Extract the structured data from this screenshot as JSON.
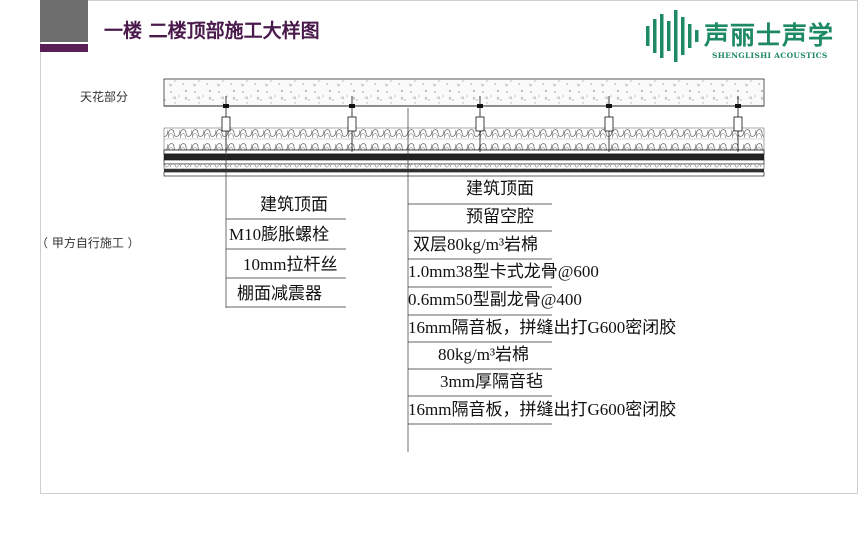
{
  "header": {
    "title": "一楼 二楼顶部施工大样图",
    "logo_cn": "声丽士声学",
    "logo_en": "SHENGLISHI ACOUSTICS",
    "accent_color": "#5b1f57",
    "logo_color": "#1e8a63"
  },
  "labels": {
    "ceiling_part": "天花部分",
    "owner_construction": "（ 甲方自行施工 ）"
  },
  "left_notes": [
    "建筑顶面",
    "M10膨胀螺栓",
    "10mm拉杆丝",
    "棚面减震器"
  ],
  "right_notes": [
    "建筑顶面",
    "预留空腔",
    "双层80kg/m³岩棉",
    "1.0mm38型卡式龙骨@600",
    "0.6mm50型副龙骨@400",
    "16mm隔音板，拼缝出打G600密闭胶",
    "80kg/m³岩棉",
    "3mm厚隔音毡",
    "16mm隔音板，拼缝出打G600密闭胶"
  ]
}
